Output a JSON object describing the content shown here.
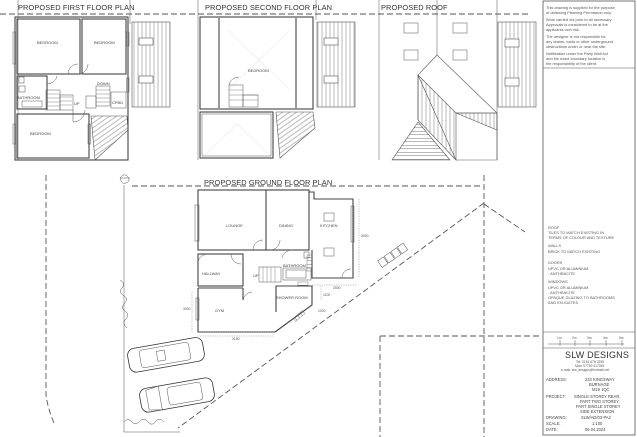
{
  "sheet": {
    "background": "#ffffff",
    "line_color": "#444444"
  },
  "plans": {
    "first_floor": {
      "title": "PROPOSED FIRST FLOOR PLAN",
      "rooms": [
        "BEDROOM",
        "BEDROOM",
        "BATHROOM",
        "BEDROOM"
      ],
      "labels": {
        "down": "DOWN",
        "up": "UP",
        "cpbd": "CPBD"
      }
    },
    "second_floor": {
      "title": "PROPOSED SECOND FLOOR PLAN",
      "rooms": [
        "BEDROOM"
      ]
    },
    "roof": {
      "title": "PROPOSED ROOF"
    },
    "ground_floor": {
      "title": "PROPOSED GROUND FLOOR PLAN",
      "rooms": [
        "LOUNGE",
        "DINING",
        "KITCHEN",
        "HALLWAY",
        "GYM",
        "SHOWER ROOM",
        "BATHROOM"
      ],
      "labels": {
        "up": "UP"
      },
      "dimensions": {
        "kitchen_depth": "5000",
        "rear_width": "2500",
        "side_offset": "1100",
        "gym_depth": "3000",
        "front_width": "3150",
        "angled": "1200"
      }
    }
  },
  "notes_panel": {
    "disclaimer": [
      "This drawing is supplied for the purpose",
      "of obtaining Planning Permission only.",
      "Work carried out prior to all necessary",
      "Approvals is considered to be at the",
      "applicants own risk.",
      "The designer is not responsible for",
      "any drains, voids or other underground",
      "obstructions under or near the site.",
      "Notification under the Party Wall Act",
      "and the exact boundary location is",
      "the responsibility of the client."
    ],
    "specifications": [
      {
        "heading": "ROOF",
        "lines": [
          "TILES TO MATCH EXISTING IN",
          "TERMS OF COLOUR AND TEXTURE"
        ]
      },
      {
        "heading": "WALLS",
        "lines": [
          "BRICK TO MATCH EXISTING"
        ]
      },
      {
        "heading": "DOORS",
        "lines": [
          "UPVC OR ALUMINIUM",
          "- ANTHRACITE"
        ]
      },
      {
        "heading": "WINDOWS",
        "lines": [
          "UPVC OR ALUMINIUM",
          "- ANTHRACITE",
          "OPAQUE GLAZING TO BATHROOMS",
          "AND EN-SUITES"
        ]
      }
    ],
    "scale_bar_ticks": [
      "1m",
      "2m",
      "3m",
      "4m",
      "5m"
    ]
  },
  "title_block": {
    "company": "SLW DESIGNS",
    "contact": [
      "Tel: 0161 678 2255",
      "Mob: 07759 417045",
      "e-mail: slw_designs@hotmail.net"
    ],
    "fields": [
      {
        "label": "ADDRESS:",
        "value": [
          "233 KINGSWAY",
          "BURNAGE",
          "M19 1QC"
        ]
      },
      {
        "label": "PROJECT:",
        "value": [
          "SINGLE STOREY REAR,",
          "PART TWO STOREY,",
          "PART SINGLE STOREY",
          "SIDE EXTENSION"
        ]
      },
      {
        "label": "DRAWING:",
        "value": [
          "SLW/AD/03-PA2"
        ]
      },
      {
        "label": "SCALE:",
        "value": [
          "1:100"
        ]
      },
      {
        "label": "DATE:",
        "value": [
          "06.04.2024"
        ]
      }
    ]
  }
}
